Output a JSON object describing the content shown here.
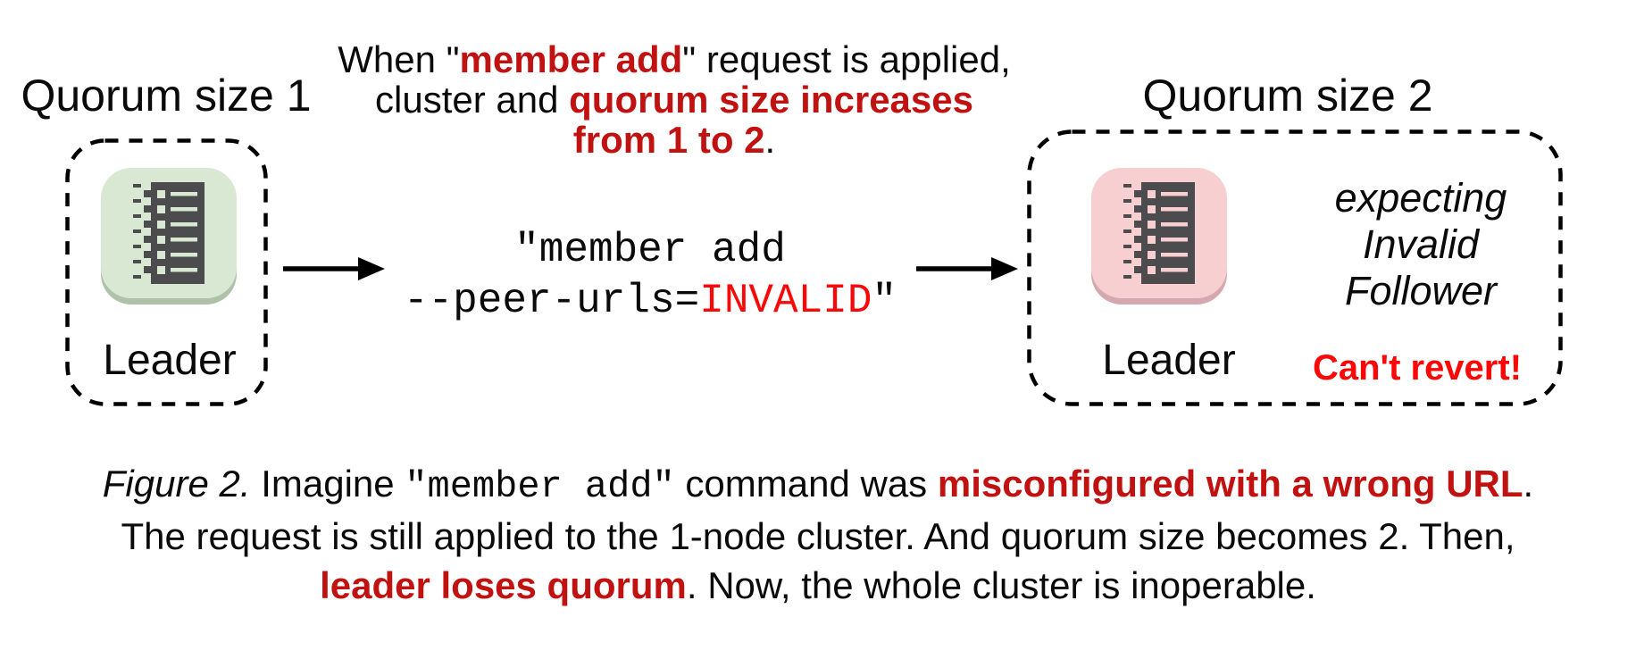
{
  "colors": {
    "crimson": "#c11212",
    "bright_red": "#fa0808",
    "green_bg": "#d9e8d3",
    "green_shadow": "#afc2a9",
    "pink_bg": "#f8cfd0",
    "pink_shadow": "#d4a8ae",
    "icon_dark": "#4c4b4d"
  },
  "left_cluster": {
    "title": "Quorum size 1",
    "node_label": "Leader"
  },
  "right_cluster": {
    "title": "Quorum size 2",
    "node_label": "Leader",
    "expecting_line1": "expecting",
    "expecting_line2": "Invalid",
    "expecting_line3": "Follower",
    "warning": "Can't revert!"
  },
  "annotation": {
    "line1_pre": "When \"",
    "line1_red": "member add",
    "line1_post": "\" request is applied,",
    "line2_pre": "cluster and ",
    "line2_red": "quorum size increases",
    "line3_red": "from 1 to 2",
    "line3_post": "."
  },
  "command": {
    "line1": "\"member add",
    "line2_pre": "--peer-urls=",
    "line2_red": "INVALID",
    "line2_post": "\""
  },
  "caption": {
    "line1_figure": "Figure 2.",
    "line1_a": " Imagine ",
    "line1_code": "\"member add\"",
    "line1_b": " command was ",
    "line1_red": "misconfigured with a wrong URL",
    "line1_end": ".",
    "line2": "The request is still applied to the 1-node cluster. And quorum size becomes 2. Then,",
    "line3_red": "leader loses quorum",
    "line3_end": ". Now, the whole cluster is inoperable."
  }
}
